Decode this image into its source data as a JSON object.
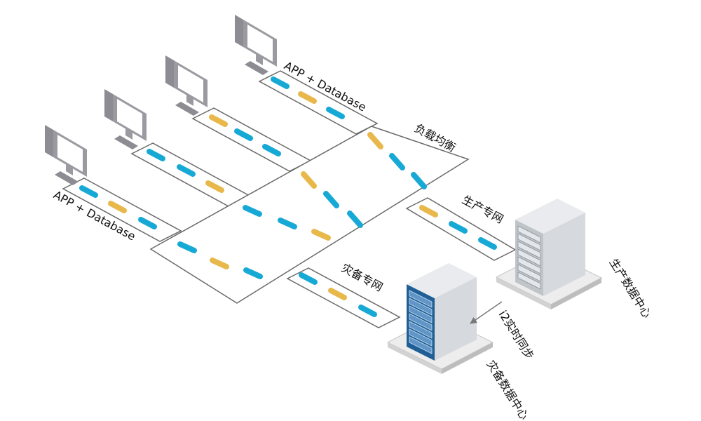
{
  "colors": {
    "blue": "#17a9d6",
    "yellow": "#e8b84b",
    "line": "#6a6a6a",
    "monitor": "#9a9aa0",
    "rack_blue": "#1f5f96"
  },
  "clients": [
    {
      "label": "APP + Database",
      "packets": [
        "blue",
        "yellow",
        "blue"
      ]
    },
    {
      "label": "",
      "packets": [
        "blue",
        "blue",
        "yellow"
      ]
    },
    {
      "label": "",
      "packets": [
        "yellow",
        "blue",
        "blue"
      ]
    },
    {
      "label": "APP + Database",
      "packets": [
        "blue",
        "yellow",
        "blue"
      ]
    }
  ],
  "load_balancer": {
    "label": "负载均衡"
  },
  "production": {
    "network_label": "生产专网",
    "center_label": "生产数据中心",
    "packets": [
      "yellow",
      "blue",
      "blue"
    ]
  },
  "disaster": {
    "network_label": "灾备专网",
    "center_label": "灾备数据中心",
    "packets": [
      "blue",
      "yellow",
      "blue"
    ]
  },
  "sync_label": "i2实时同步"
}
